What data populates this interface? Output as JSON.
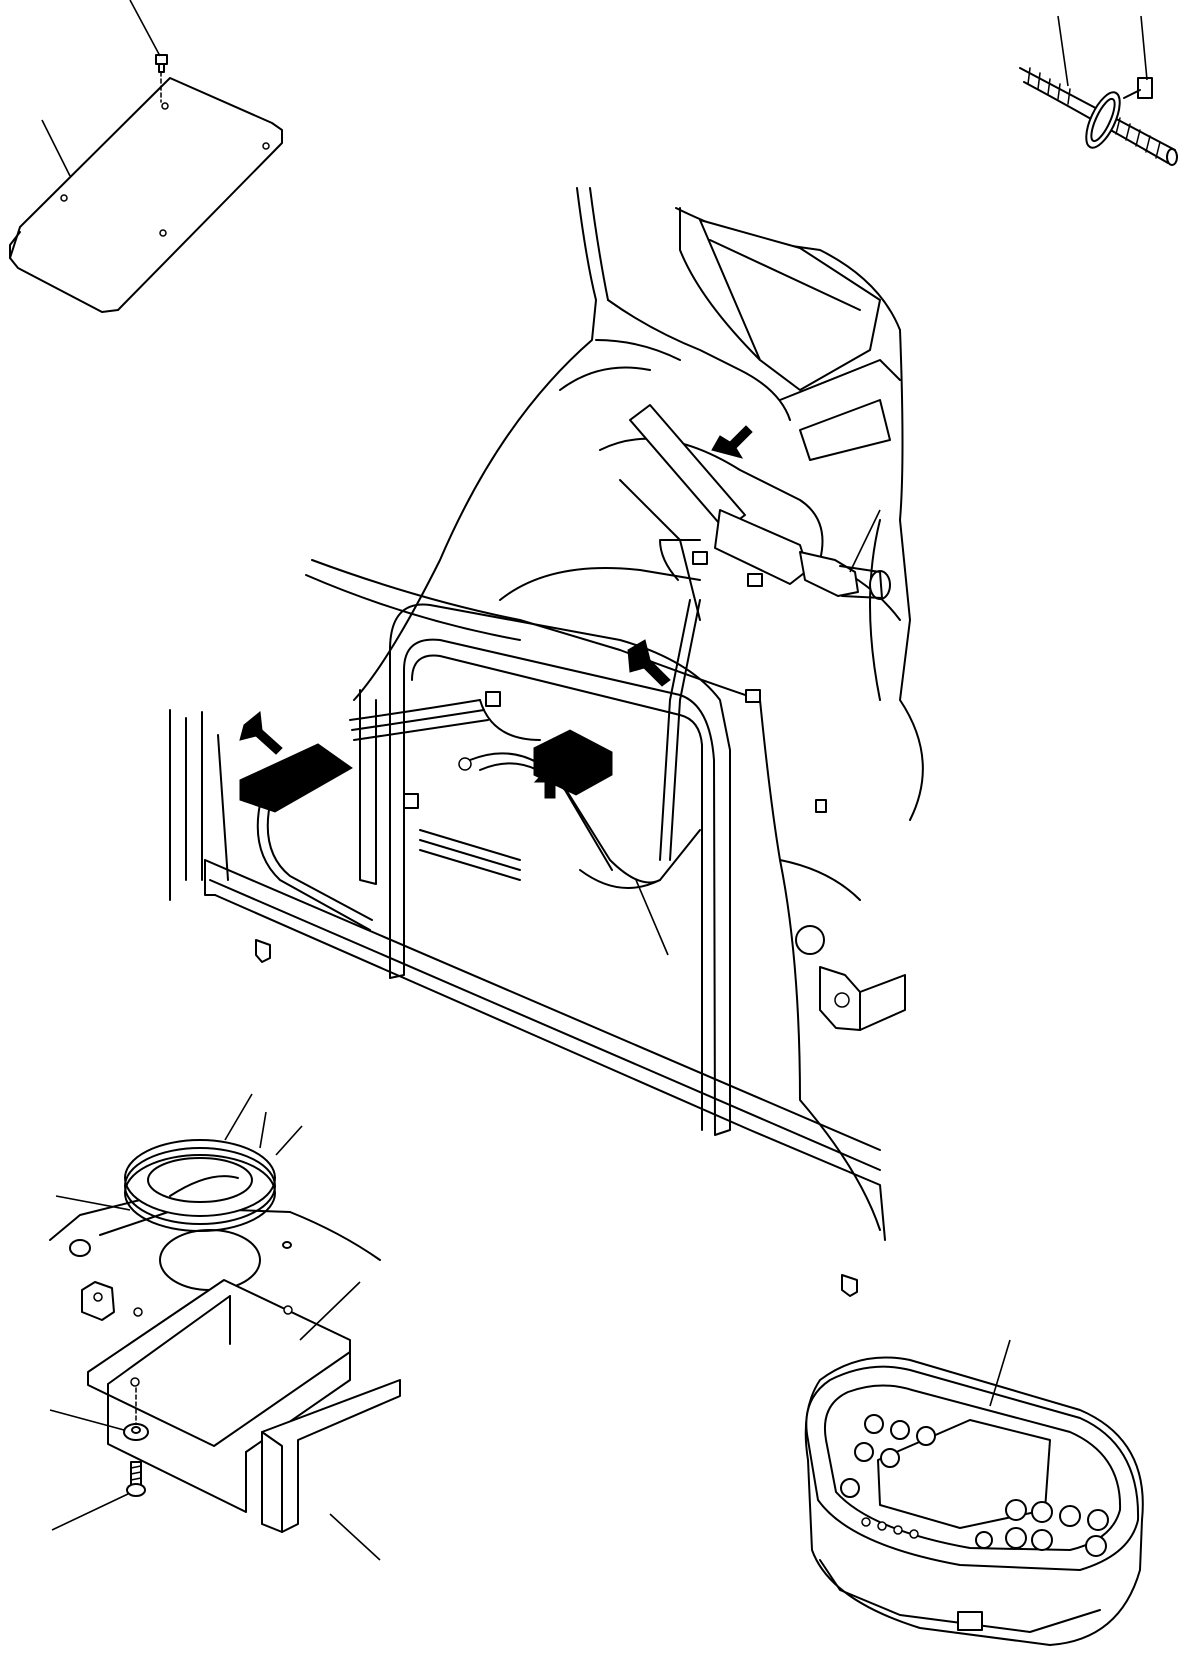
{
  "figure": {
    "drawing_title": "",
    "background_color": "#ffffff",
    "line_color": "#000000",
    "parts": [
      {
        "key": "cover_plate",
        "icon": "cover-plate-icon"
      },
      {
        "key": "plate_bolt",
        "icon": "bolt-icon"
      },
      {
        "key": "harness_clamp",
        "icon": "harness-clamp-icon"
      },
      {
        "key": "cab_frame",
        "icon": "cab-frame-icon"
      },
      {
        "key": "control_box",
        "icon": "control-box-icon"
      },
      {
        "key": "connector_block",
        "icon": "connector-block-icon"
      },
      {
        "key": "lever_switch",
        "icon": "lever-switch-icon"
      },
      {
        "key": "wiring_harness",
        "icon": "wiring-harness-icon"
      },
      {
        "key": "grommet",
        "icon": "grommet-icon"
      },
      {
        "key": "tray_bracket",
        "icon": "tray-bracket-icon"
      },
      {
        "key": "washer",
        "icon": "washer-icon"
      },
      {
        "key": "bolt",
        "icon": "bolt-icon"
      },
      {
        "key": "monitor_panel",
        "icon": "monitor-panel-icon"
      }
    ],
    "arrows": 5
  }
}
